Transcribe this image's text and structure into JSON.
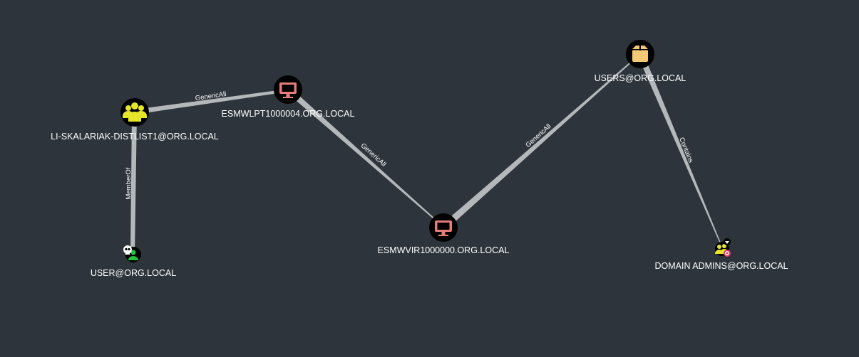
{
  "graph": {
    "nodes": [
      {
        "id": "group1",
        "label": "LI-SKALARIAK-DISTLIST1@ORG.LOCAL",
        "kind": "group",
        "icon": "group-icon"
      },
      {
        "id": "comp1",
        "label": "ESMWLPT1000004.ORG.LOCAL",
        "kind": "computer",
        "icon": "computer-icon"
      },
      {
        "id": "comp2",
        "label": "ESMWVIR1000000.ORG.LOCAL",
        "kind": "computer",
        "icon": "computer-icon"
      },
      {
        "id": "users",
        "label": "USERS@ORG.LOCAL",
        "kind": "container",
        "icon": "container-box-icon"
      },
      {
        "id": "user",
        "label": "USER@ORG.LOCAL",
        "kind": "user",
        "icon": "user-owned-icon"
      },
      {
        "id": "da",
        "label": "DOMAIN ADMINS@ORG.LOCAL",
        "kind": "group-target",
        "icon": "domain-admins-target-icon"
      }
    ],
    "edges": [
      {
        "from": "group1",
        "to": "comp1",
        "label": "GenericAll"
      },
      {
        "from": "comp1",
        "to": "comp2",
        "label": "GenericAll"
      },
      {
        "from": "comp2",
        "to": "users",
        "label": "GenericAll"
      },
      {
        "from": "users",
        "to": "da",
        "label": "Contains"
      },
      {
        "from": "user",
        "to": "group1",
        "label": "MemberOf"
      }
    ]
  },
  "colors": {
    "background": "#2e343b",
    "node_circle": "#000000",
    "group": "#e5e52a",
    "computer": "#e57d79",
    "container": "#f5c878",
    "user": "#21c33a",
    "edge": "#b5b8bb",
    "target": "#e23a66"
  }
}
